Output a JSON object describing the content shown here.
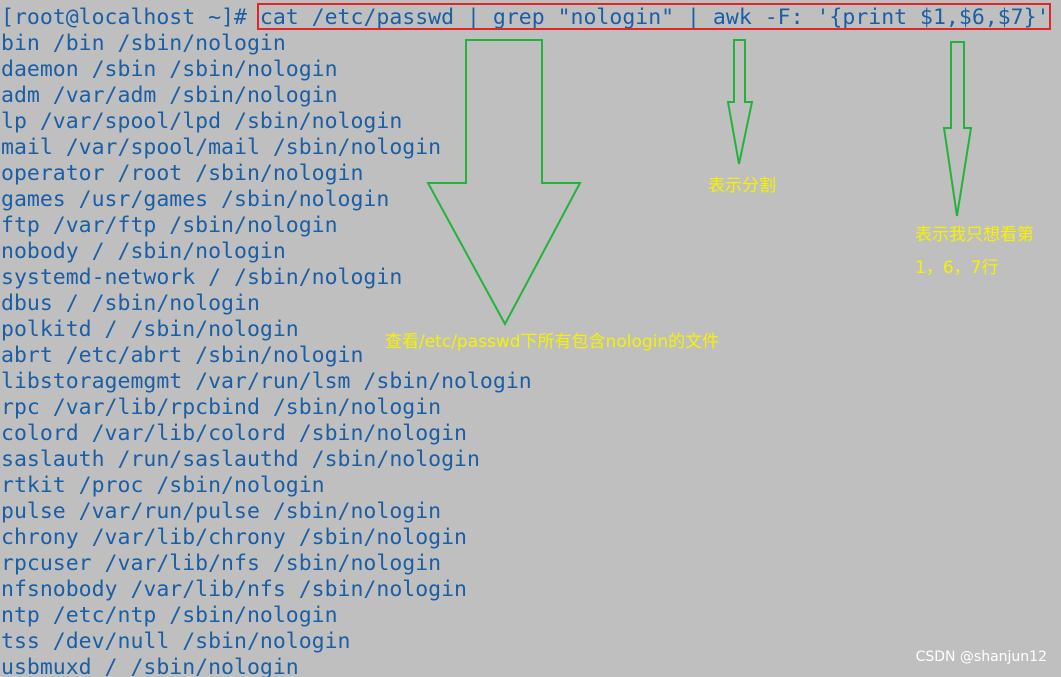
{
  "terminal": {
    "prompt": "[root@localhost ~]# ",
    "command": "cat /etc/passwd | grep \"nologin\" | awk -F: '{print $1,$6,$7}'",
    "output": [
      "bin /bin /sbin/nologin",
      "daemon /sbin /sbin/nologin",
      "adm /var/adm /sbin/nologin",
      "lp /var/spool/lpd /sbin/nologin",
      "mail /var/spool/mail /sbin/nologin",
      "operator /root /sbin/nologin",
      "games /usr/games /sbin/nologin",
      "ftp /var/ftp /sbin/nologin",
      "nobody / /sbin/nologin",
      "systemd-network / /sbin/nologin",
      "dbus / /sbin/nologin",
      "polkitd / /sbin/nologin",
      "abrt /etc/abrt /sbin/nologin",
      "libstoragemgmt /var/run/lsm /sbin/nologin",
      "rpc /var/lib/rpcbind /sbin/nologin",
      "colord /var/lib/colord /sbin/nologin",
      "saslauth /run/saslauthd /sbin/nologin",
      "rtkit /proc /sbin/nologin",
      "pulse /var/run/pulse /sbin/nologin",
      "chrony /var/lib/chrony /sbin/nologin",
      "rpcuser /var/lib/nfs /sbin/nologin",
      "nfsnobody /var/lib/nfs /sbin/nologin",
      "ntp /etc/ntp /sbin/nologin",
      "tss /dev/null /sbin/nologin",
      "usbmuxd / /sbin/nologin"
    ]
  },
  "annotations": {
    "grep_note": "查看/etc/passwd下所有包含nologin的文件",
    "separator_note": "表示分割",
    "fields_note_line1": "表示我只想看第",
    "fields_note_line2": "1，6，7行"
  },
  "watermark": "CSDN @shanjun12",
  "colors": {
    "background": "#bfbfbf",
    "text": "#1a5fa6",
    "highlight_box": "#e0262b",
    "arrows": "#22b43a",
    "annotation_text": "#f5f200"
  }
}
